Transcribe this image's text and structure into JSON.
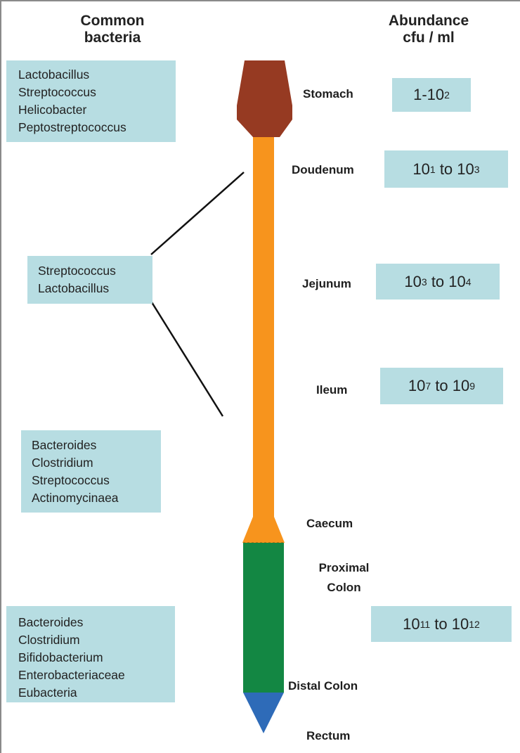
{
  "headers": {
    "left": [
      "Common",
      "bacteria"
    ],
    "right": [
      "Abundance",
      "cfu / ml"
    ]
  },
  "bacteria_groups": [
    [
      "Lactobacillus",
      "Streptococcus",
      "Helicobacter",
      "Peptostreptococcus"
    ],
    [
      "Streptococcus",
      "Lactobacillus"
    ],
    [
      "Bacteroides",
      "Clostridium",
      "Streptococcus",
      "Actinomycinaea"
    ],
    [
      "Bacteroides",
      "Clostridium",
      "Bifidobacterium",
      "Enterobacteriaceae",
      "Eubacteria"
    ]
  ],
  "segments": [
    "Stomach",
    "Doudenum",
    "Jejunum",
    "Ileum",
    "Caecum",
    "Proximal Colon",
    "Distal Colon",
    "Rectum"
  ],
  "abundance": [
    {
      "segment": "Stomach",
      "base1": "1-10",
      "exp1": "2",
      "to": "",
      "base2": "",
      "exp2": ""
    },
    {
      "segment": "Doudenum",
      "base1": "10",
      "exp1": "1",
      "to": " to ",
      "base2": "10",
      "exp2": "3"
    },
    {
      "segment": "Jejunum",
      "base1": "10",
      "exp1": "3",
      "to": " to ",
      "base2": "10",
      "exp2": "4"
    },
    {
      "segment": "Ileum",
      "base1": "10",
      "exp1": "7",
      "to": " to ",
      "base2": "10",
      "exp2": "9"
    },
    {
      "segment": "Colon",
      "base1": "10",
      "exp1": "11",
      "to": " to ",
      "base2": "10",
      "exp2": "12"
    }
  ],
  "colors": {
    "stomach": "#963a22",
    "small_intestine": "#f7941d",
    "colon": "#138743",
    "rectum": "#2e6bb8",
    "box": "#b7dde2"
  }
}
